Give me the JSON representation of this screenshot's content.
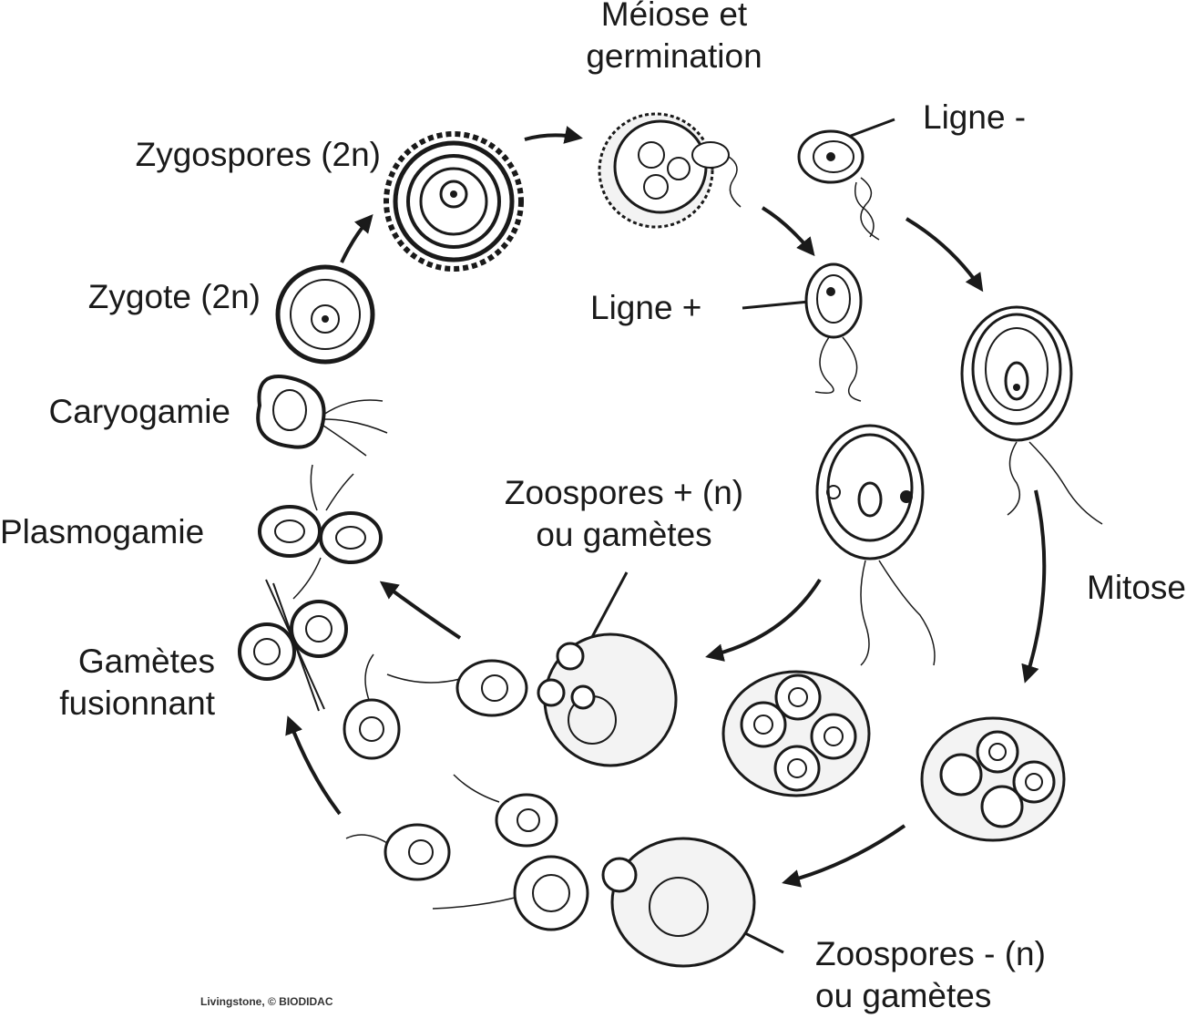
{
  "labels": {
    "meiose_1": "Méiose et",
    "meiose_2": "germination",
    "ligne_minus": "Ligne -",
    "ligne_plus": "Ligne +",
    "zygospores": "Zygospores (2n)",
    "zygote": "Zygote (2n)",
    "caryogamie": "Caryogamie",
    "plasmogamie": "Plasmogamie",
    "gametes_1": "Gamètes",
    "gametes_2": "fusionnant",
    "mitose": "Mitose",
    "zoo_plus_1": "Zoospores + (n)",
    "zoo_plus_2": "ou gamètes",
    "zoo_minus_1": "Zoospores - (n)",
    "zoo_minus_2": "ou gamètes"
  },
  "credit": "Livingstone, © BIODIDAC",
  "colors": {
    "ink": "#1a1a1a",
    "stipple": "#f3f3f3"
  }
}
